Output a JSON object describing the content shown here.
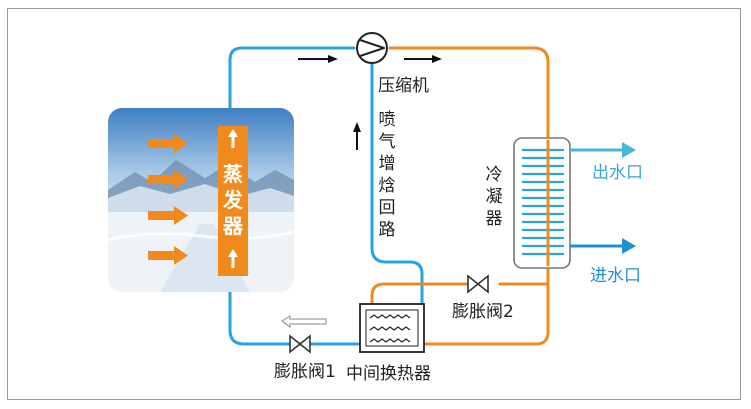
{
  "labels": {
    "compressor": "压缩机",
    "evi_loop": "喷气增焓回路",
    "condenser": "冷凝器",
    "evaporator": "蒸发器",
    "expansion_valve_1": "膨胀阀1",
    "expansion_valve_2": "膨胀阀2",
    "intermediate_heat_exchanger": "中间换热器",
    "water_outlet": "出水口",
    "water_inlet": "进水口"
  },
  "colors": {
    "cold_pipe": "#2aa3e0",
    "hot_pipe": "#ee8a1e",
    "evaporator_bar": "#f08a1c",
    "outlet_text": "#3aa7cf",
    "inlet_text": "#1e8fd0",
    "flow_arrow": "#111111"
  }
}
